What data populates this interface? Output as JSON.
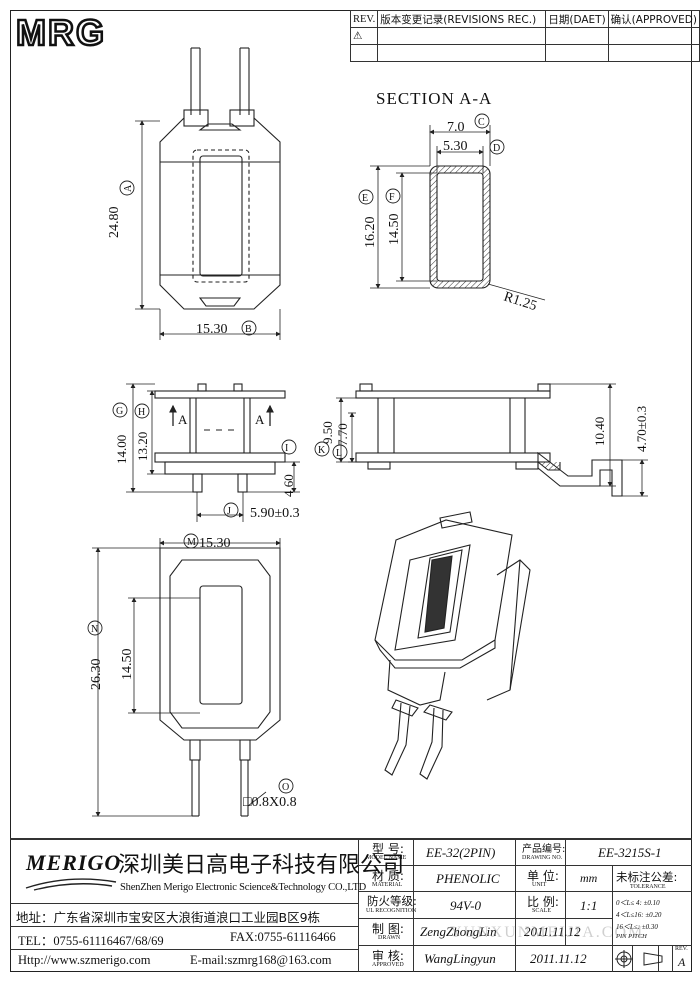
{
  "logo_text": "MRG",
  "revisions": {
    "col_rev": "REV.",
    "col_record": "版本变更记录(REVISIONS REC.)",
    "col_date": "日期(DAET)",
    "col_approved": "确认(APPROVED)",
    "row_symbol": "⚠"
  },
  "drawing": {
    "section_label": "SECTION A-A",
    "dims": {
      "a": "24.80",
      "b": "15.30",
      "c": "7.0",
      "d": "5.30",
      "e": "16.20",
      "f": "14.50",
      "r": "R1.25",
      "g": "14.00",
      "h": "13.20",
      "i": "4.60",
      "j": "5.90±0.3",
      "k": "9.50",
      "l": "7.70",
      "side_total": "10.40",
      "side_pin": "4.70±0.3",
      "m": "15.30",
      "n": "26.30",
      "n_inner": "14.50",
      "o": "□0.8X0.8"
    },
    "markers": {
      "a": "A",
      "b": "B",
      "c": "C",
      "d": "D",
      "e": "E",
      "f": "F",
      "g": "G",
      "h": "H",
      "i": "I",
      "j": "J",
      "k": "K",
      "l": "L",
      "m": "M",
      "n": "N",
      "o": "O"
    },
    "cut_label": "A"
  },
  "title_block": {
    "company_logo": "MERIGO",
    "company_cn": "深圳美日高电子科技有限公司",
    "company_en": "ShenZhen Merigo Electronic Science&Technology CO.,LTD",
    "address": "地址：广东省深圳市宝安区大浪街道浪口工业园B区9栋",
    "tel": "TEL：0755-61116467/68/69",
    "fax": "FAX:0755-61116466",
    "http": "Http://www.szmerigo.com",
    "email": "E-mail:szmrg168@163.com",
    "model_label": "型 号:",
    "model_label_en": "MODEL NAME",
    "model_value": "EE-32(2PIN)",
    "drawing_no_label": "产品编号:",
    "drawing_no_label_en": "DRAWING NO.",
    "drawing_no_value": "EE-3215S-1",
    "material_label": "材 质:",
    "material_label_en": "MATERIAL",
    "material_value": "PHENOLIC",
    "unit_label": "单 位:",
    "unit_label_en": "UNIT",
    "unit_value": "mm",
    "tolerance_label": "未标注公差:",
    "tolerance_label_en": "TOLERANCE",
    "fire_label": "防火等级:",
    "fire_label_en": "UL RECOGNITION",
    "fire_value": "94V-0",
    "scale_label": "比 例:",
    "scale_label_en": "SCALE",
    "scale_value": "1:1",
    "tol_1": "0＜L≤ 4:  ±0.10",
    "tol_2": "4＜L≤16:  ±0.20",
    "tol_3": "16＜L≤: ±0.30",
    "tol_4": "PIN PITCH",
    "drawn_label": "制 图:",
    "drawn_label_en": "DRAWN",
    "drawn_value": "ZengZhongLin",
    "drawn_date": "2011.11.12",
    "approved_label": "审 核:",
    "approved_label_en": "APPROVED",
    "approved_value": "WangLingyun",
    "approved_date": "2011.11.12",
    "rev_label": "REV.",
    "rev_value": "A",
    "watermark": "YUNXUNMEIJIA.COM"
  }
}
